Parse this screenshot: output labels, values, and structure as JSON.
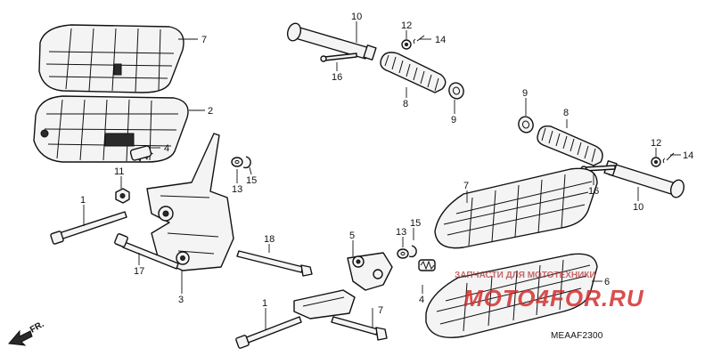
{
  "diagram": {
    "code": "MEAAF2300",
    "front_marker": "FR.",
    "watermark_top": "ЗАПЧАСТИ ДЛЯ МОТОТЕХНИКИ",
    "watermark_main": "MOTO4FOR.RU"
  },
  "callouts": [
    {
      "id": "c7a",
      "label": "7"
    },
    {
      "id": "c2",
      "label": "2"
    },
    {
      "id": "c4a",
      "label": "4"
    },
    {
      "id": "c11",
      "label": "11"
    },
    {
      "id": "c1a",
      "label": "1"
    },
    {
      "id": "c17",
      "label": "17"
    },
    {
      "id": "c3",
      "label": "3"
    },
    {
      "id": "c13a",
      "label": "13"
    },
    {
      "id": "c15a",
      "label": "15"
    },
    {
      "id": "c18",
      "label": "18"
    },
    {
      "id": "c10a",
      "label": "10"
    },
    {
      "id": "c12a",
      "label": "12"
    },
    {
      "id": "c14a",
      "label": "14"
    },
    {
      "id": "c16a",
      "label": "16"
    },
    {
      "id": "c8a",
      "label": "8"
    },
    {
      "id": "c9a",
      "label": "9"
    },
    {
      "id": "c9b",
      "label": "9"
    },
    {
      "id": "c8b",
      "label": "8"
    },
    {
      "id": "c12b",
      "label": "12"
    },
    {
      "id": "c14b",
      "label": "14"
    },
    {
      "id": "c16b",
      "label": "16"
    },
    {
      "id": "c10b",
      "label": "10"
    },
    {
      "id": "c7b",
      "label": "7"
    },
    {
      "id": "c5",
      "label": "5"
    },
    {
      "id": "c13b",
      "label": "13"
    },
    {
      "id": "c15b",
      "label": "15"
    },
    {
      "id": "c6",
      "label": "6"
    },
    {
      "id": "c4b",
      "label": "4"
    },
    {
      "id": "c1b",
      "label": "1"
    },
    {
      "id": "c7c",
      "label": "7"
    }
  ]
}
